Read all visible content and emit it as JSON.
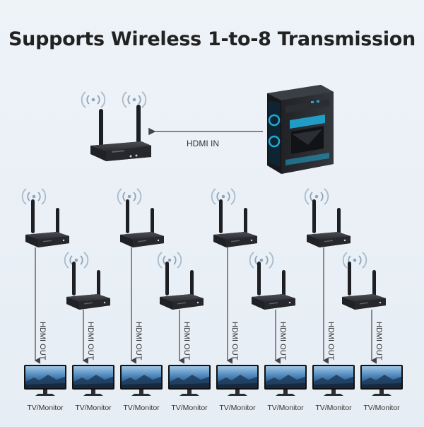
{
  "title": "Supports Wireless 1-to-8 Transmission",
  "hdmi_in_label": "HDMI IN",
  "hdmi_out_label": "HDMI OUT",
  "receivers": [
    {
      "label": "TV/Monitor"
    },
    {
      "label": "TV/Monitor"
    },
    {
      "label": "TV/Monitor"
    },
    {
      "label": "TV/Monitor"
    },
    {
      "label": "TV/Monitor"
    },
    {
      "label": "TV/Monitor"
    },
    {
      "label": "TV/Monitor"
    },
    {
      "label": "TV/Monitor"
    }
  ],
  "colors": {
    "device_body": "#2b2d31",
    "pc_accent": "#1fa9d6",
    "arrow": "#444444",
    "wifi": "#8fa3b8"
  },
  "icons": [
    "wifi-signal-icon",
    "transmitter-device",
    "receiver-device",
    "desktop-pc",
    "monitor-icon",
    "arrow-icon"
  ]
}
